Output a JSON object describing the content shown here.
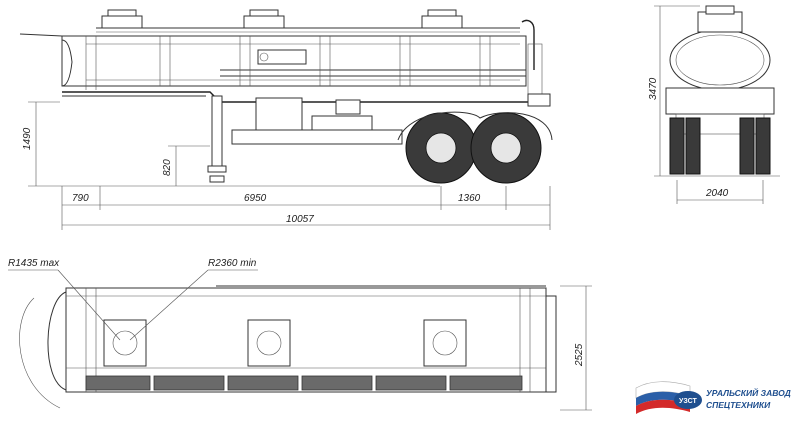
{
  "dimensions": {
    "front_overhang": "790",
    "wheelbase": "6950",
    "rear_axles": "1360",
    "total_length": "10057",
    "height_frame": "1490",
    "support_height": "820",
    "total_height": "3470",
    "track_width": "2040",
    "width_top": "2525",
    "radius_front": "R1435 max",
    "radius_turn": "R2360 min"
  },
  "logo": {
    "line1": "УРАЛЬСКИЙ ЗАВОД",
    "line2": "СПЕЦТЕХНИКИ",
    "badge": "УЗСТ"
  },
  "colors": {
    "line": "#333333",
    "grate": "#6a6a6a",
    "logo_blue": "#1f4f8f",
    "flag_white": "#ffffff",
    "flag_blue": "#2b5fa8",
    "flag_red": "#d32a2a"
  }
}
